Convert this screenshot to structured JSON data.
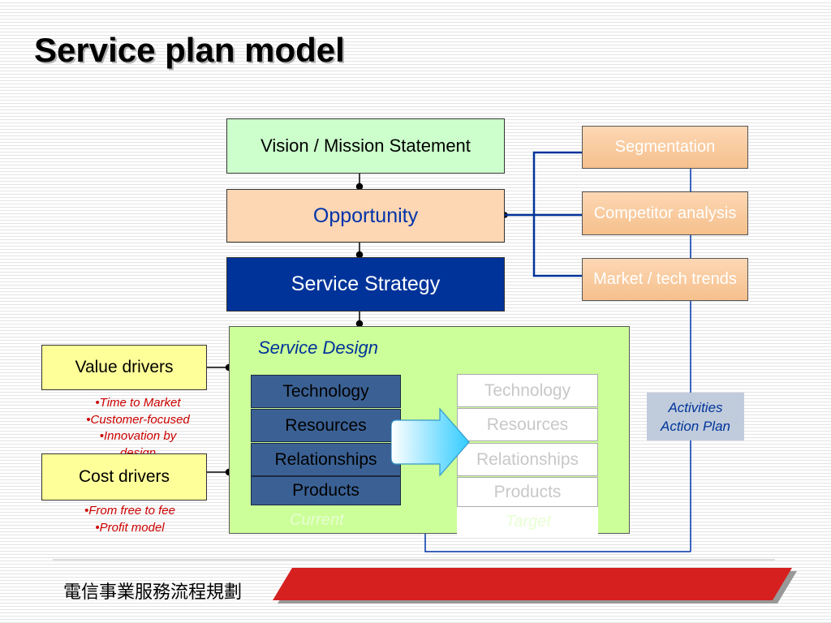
{
  "title": "Service plan model",
  "vision": "Vision / Mission Statement",
  "opportunity": "Opportunity",
  "strategy": "Service Strategy",
  "analysis": [
    "Segmentation",
    "Competitor analysis",
    "Market / tech trends"
  ],
  "service_design": {
    "label": "Service Design",
    "current": [
      "Technology",
      "Resources",
      "Relationships",
      "Products"
    ],
    "target": [
      "Technology",
      "Resources",
      "Relationships",
      "Products"
    ],
    "current_label": "Current",
    "target_label": "Target"
  },
  "value_drivers": {
    "label": "Value drivers",
    "bullets": [
      "•Time to Market",
      "•Customer-focused",
      "•Innovation by",
      "design"
    ]
  },
  "cost_drivers": {
    "label": "Cost drivers",
    "bullets": [
      "•From free to fee",
      "•Profit model"
    ]
  },
  "activities": [
    "Activities",
    "Action Plan"
  ],
  "footer": "電信事業服務流程規劃",
  "colors": {
    "strategy_bg": "#003399",
    "vision_bg": "#ccffcc",
    "opportunity_bg": "#fdd7b4",
    "design_bg": "#ccff99",
    "driver_bg": "#ffff99",
    "footer_band": "#d62020",
    "connector": "#003399"
  }
}
